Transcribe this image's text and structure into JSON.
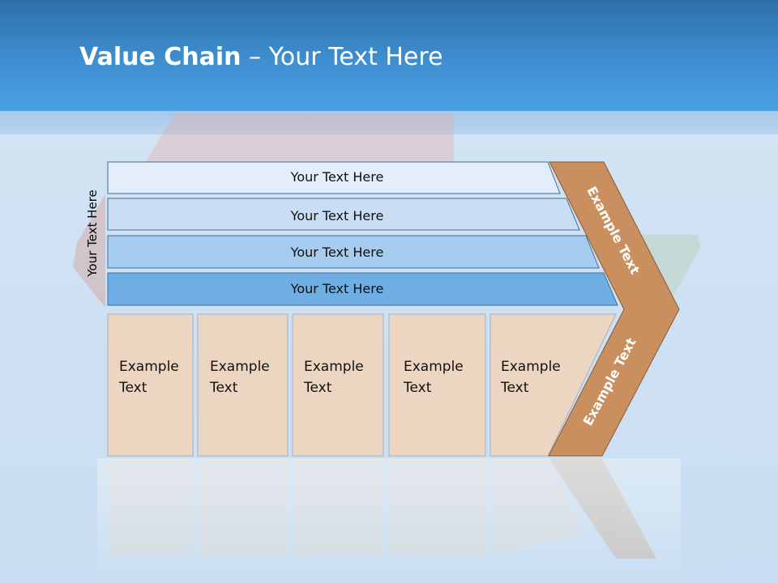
{
  "title": {
    "bold": "Value Chain",
    "rest": " – Your Text Here"
  },
  "side_label": "Your Text Here",
  "support_rows": [
    {
      "label": "Your Text Here",
      "color": "#e3eefa"
    },
    {
      "label": "Your Text Here",
      "color": "#c9def4"
    },
    {
      "label": "Your Text Here",
      "color": "#a6cdef"
    },
    {
      "label": "Your Text Here",
      "color": "#6eaee4"
    }
  ],
  "primary_boxes": [
    {
      "line1": "Example",
      "line2": "Text"
    },
    {
      "line1": "Example",
      "line2": "Text"
    },
    {
      "line1": "Example",
      "line2": "Text"
    },
    {
      "line1": "Example",
      "line2": "Text"
    },
    {
      "line1": "Example",
      "line2": "Text"
    }
  ],
  "margin_labels": {
    "upper": "Example Text",
    "lower": "Example Text"
  },
  "colors": {
    "header": "#3e8fd1",
    "primary_fill": "#ecd6c1",
    "margin_fill": "#c98f5e",
    "border": "#3f6f98"
  }
}
